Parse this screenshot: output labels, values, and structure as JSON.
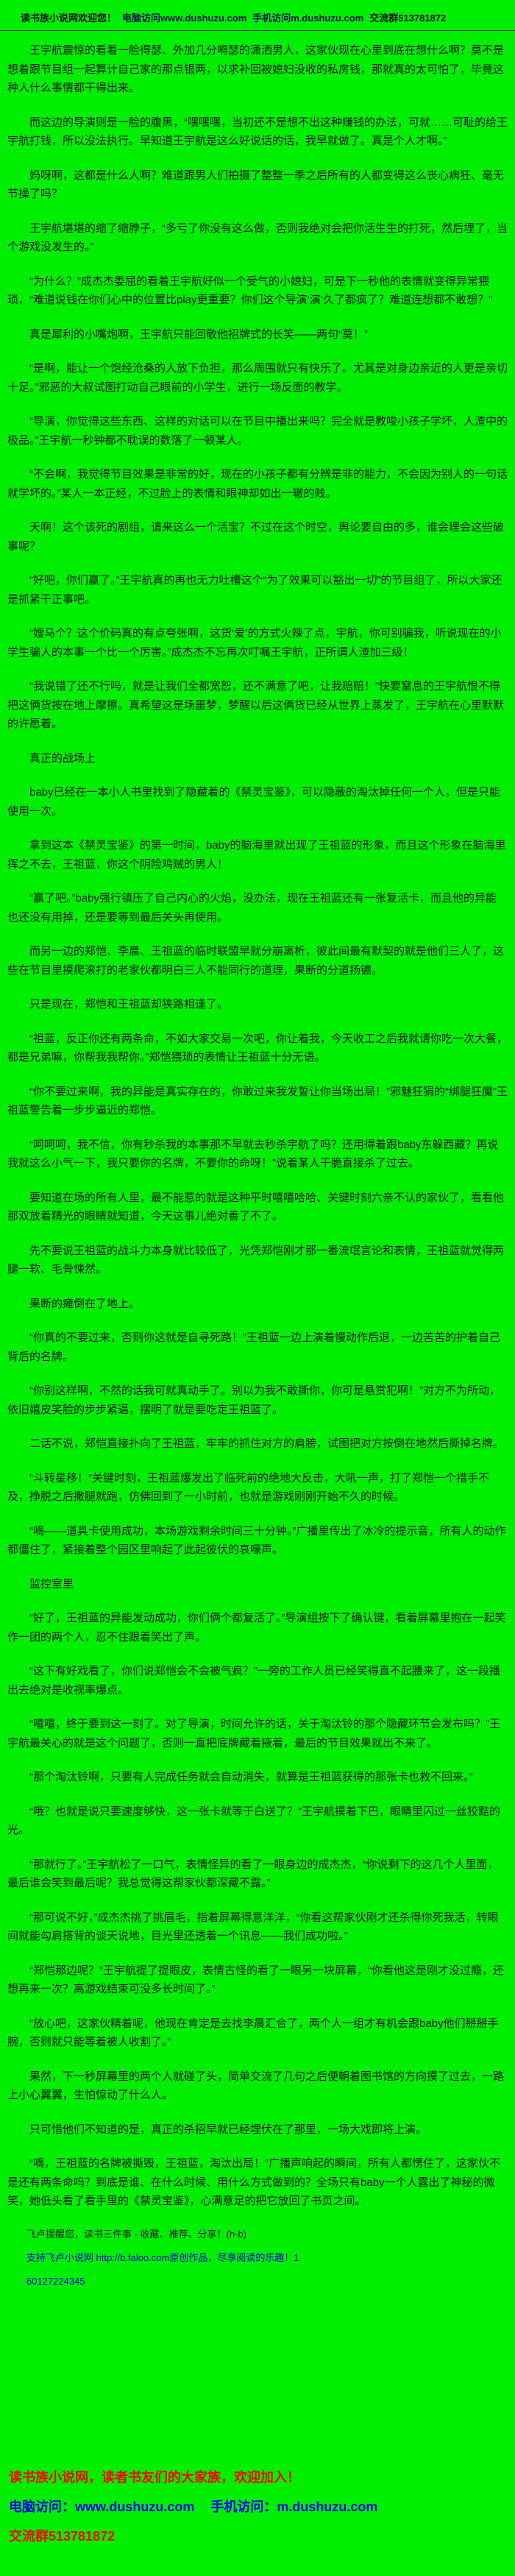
{
  "colors": {
    "background_green": "#00ee00",
    "body_text": "#141414",
    "link_blue": "#0000ee",
    "promo_red": "#ff0000"
  },
  "header": {
    "welcome": "读书族小说网欢迎您！",
    "pc": "电脑访问www.dushuzu.com",
    "mobile": "手机访问m.dushuzu.com",
    "qq": "交流群513781872"
  },
  "novel": {
    "paragraphs": [
      "王宇航震惊的看着一脸得瑟、外加几分嘚瑟的潇洒男人，这家伙现在心里到底在想什么啊？莫不是想着跟节目组一起算计自己家的那点银两，以求补回被媳妇没收的私房钱，那就真的太可怕了，毕竟这种人什么事情都干得出来。",
      "而这边的导演则是一脸的腹黑，“嘿嘿嘿，当初还不是想不出这种赚钱的办法，可就……可耻的给王宇航打钱，所以没法执行。早知道王宇航是这么好说话的话，我早就做了。真是个人才啊。”",
      "妈呀啊，这都是什么人啊？难道跟男人们拍摄了整整一季之后所有的人都变得这么丧心病狂、毫无节操了吗？",
      "王宇航堪堪的缩了缩脖子，“多亏了你没有这么做，否则我绝对会把你活生生的打死，然后埋了，当个游戏没发生的。”",
      "“为什么？”成杰杰委屈的看着王宇航好似一个受气的小媳妇，可是下一秒他的表情就变得异常猥琐，“难道说钱在你们心中的位置比play更重要？你们这个导演‘演’久了都疯了？难道连想都不敢想？”",
      "真是犀利的小嘴炮啊，王宇航只能回敬他招牌式的长笑——两句“莫！”",
      "“是啊，能让一个饱经沧桑的人放下负担，那么周围就只有快乐了。尤其是对身边亲近的人更是亲切十足。”邪恶的大叔试图打动自己眼前的小学生，进行一场反面的教学。",
      "“导演，你觉得这些东西、这样的对话可以在节目中播出来吗？完全就是教唆小孩子学坏，人渣中的极品。”王宇航一秒钟都不耽误的数落了一顿某人。",
      "“不会啊，我觉得节目效果是非常的好，现在的小孩子都有分辨是非的能力，不会因为别人的一句话就学坏的。”某人一本正经，不过脸上的表情和眼神却如出一辙的贱。",
      "天啊！这个该死的剧组，请来这么一个活宝？不过在这个时空，舆论要自由的多，谁会理会这些破事呢？",
      "“好吧，你们赢了。”王宇航真的再也无力吐槽这个“为了效果可以豁出一切”的节目组了，所以大家还是抓紧干正事吧。",
      "“嫂马个？这个价码真的有点夸张啊，这货‘爱’的方式火辣了点，宇航，你可别骗我，听说现在的小学生骗人的本事一个比一个厉害。”成杰杰不忘再次叮嘱王宇航，正所谓人渣加三级！",
      "“我说错了还不行吗，就是让我们全都宽恕，还不满意了吧，让我赔赔！”快要窒息的王宇航恨不得把这俩货按在地上摩擦。真希望这是场噩梦，梦醒以后这俩货已经从世界上蒸发了，王宇航在心里默默的许愿着。",
      "真正的战场上",
      "baby已经在一本小人书里找到了隐藏着的《禁灵宝鉴》，可以隐蔽的淘汰掉任何一个人，但是只能使用一次。",
      "拿到这本《禁灵宝鉴》的第一时间，baby的脑海里就出现了王祖蓝的形象，而且这个形象在脑海里挥之不去，王祖蓝，你这个阴险鸡贼的男人！",
      "“赢了吧。”baby强行镇压了自己内心的火焰，没办法，现在王祖蓝还有一张复活卡，而且他的异能也还没有用掉，还是要等到最后关头再使用。",
      "而另一边的郑恺、李晨、王祖蓝的临时联盟早就分崩离析，彼此间最有默契的就是他们三人了，这些在节目里摸爬滚打的老家伙都明白三人不能同行的道理，果断的分道扬镳。",
      "只是现在，郑恺和王祖蓝却狭路相逢了。",
      "“祖蓝，反正你还有两条命，不如大家交易一次吧，你让着我，今天收工之后我就请你吃一次大餐，都是兄弟嘛，你帮我我帮你。”郑恺猥琐的表情让王祖蓝十分无语。",
      "“你不要过来啊，我的异能是真实存在的，你敢过来我发誓让你当场出局！”邪魅狂狷的“绑腿狂魔”王祖蓝警告着一步步逼近的郑恺。",
      "“呵呵呵，我不信，你有秒杀我的本事那不早就去秒杀宇航了吗？还用得着跟baby东躲西藏？再说我就这么小气一下，我只要你的名牌，不要你的命呀！”说着某人干脆直接杀了过去。",
      "要知道在场的所有人里，最不能惹的就是这种平时嘻嘻哈哈、关键时刻六亲不认的家伙了，看看他那双放着精光的眼睛就知道，今天这事儿绝对善了不了。",
      "先不要说王祖蓝的战斗力本身就比较低了，光凭郑恺刚才那一番流氓言论和表情，王祖蓝就觉得两腿一软、毛骨悚然。",
      "果断的瘫倒在了地上。",
      "“你真的不要过来，否则你这就是自寻死路！”王祖蓝一边上演着慢动作后退，一边苦苦的护着自己背后的名牌。",
      "“你别这样啊，不然的话我可就真动手了。别以为我不敢撕你，你可是悬赏犯啊！”对方不为所动，依旧嬉皮笑脸的步步紧逼，摆明了就是要吃定王祖蓝了。",
      "二话不说，郑恺直接扑向了王祖蓝，牢牢的抓住对方的肩膀，试图把对方按倒在地然后撕掉名牌。",
      "“斗转星移！”关键时刻，王祖蓝爆发出了临死前的绝地大反击，大吼一声，打了郑恺一个措手不及，挣脱之后撒腿就跑，仿佛回到了一小时前，也就是游戏刚刚开始不久的时候。",
      "“嘀——道具卡使用成功，本场游戏剩余时间三十分钟。”广播里传出了冰冷的提示音，所有人的动作都僵住了，紧接着整个园区里响起了此起彼伏的哀嚎声。",
      "监控室里",
      "“好了，王祖蓝的异能发动成功，你们俩个都复活了。”导演组按下了确认键，看着屏幕里抱在一起笑作一团的两个人，忍不住跟着笑出了声。",
      "“这下有好戏看了，你们说郑恺会不会被气疯？”一旁的工作人员已经笑得直不起腰来了，这一段播出去绝对是收视率爆点。",
      "“嘻嘻，终于要到这一刻了。对了导演，时间允许的话，关于淘汰铃的那个隐藏环节会发布吗？”王宇航最关心的就是这个问题了，否则一直把底牌藏着掖着，最后的节目效果就出不来了。",
      "“那个淘汰铃啊，只要有人完成任务就会自动消失，就算是王祖蓝获得的那张卡也救不回来。”",
      "“哦？也就是说只要速度够快，这一张卡就等于白送了？”王宇航摸着下巴，眼睛里闪过一丝狡黠的光。",
      "“那就行了。”王宇航松了一口气，表情怪异的看了一眼身边的成杰杰，“你说剩下的这几个人里面，最后谁会笑到最后呢？我总觉得这帮家伙都深藏不露。”",
      "“那可说不好，”成杰杰挑了挑眉毛，指着屏幕得意洋洋，“你看这帮家伙刚才还杀得你死我活，转眼间就能勾肩搭背的谈天说地，目光里还透着一个讯息——我们成功啦。”",
      "“郑恺那边呢？”王宇航提了提眼皮，表情古怪的看了一眼另一块屏幕，“你看他这是刚才没过瘾，还想再来一次？离游戏结束可没多长时间了。”",
      "“放心吧，这家伙精着呢，他现在肯定是去找李晨汇合了，两个人一组才有机会跟baby他们掰掰手腕，否则就只能等着被人收割了。”",
      "果然，下一秒屏幕里的两个人就碰了头，简单交流了几句之后便朝着图书馆的方向摸了过去，一路上小心翼翼，生怕惊动了什么人。",
      "只可惜他们不知道的是，真正的杀招早就已经埋伏在了那里，一场大戏即将上演。",
      "“嘀，王祖蓝的名牌被撕毁，王祖蓝，淘汰出局！”广播声响起的瞬间，所有人都愣住了，这家伙不是还有两条命吗？到底是谁、在什么时候、用什么方式做到的？全场只有baby一个人露出了神秘的微笑，她低头看了看手里的《禁灵宝鉴》，心满意足的把它放回了书页之间。"
    ]
  },
  "faloo": {
    "reminder": "飞卢提醒您，读书三件事 - 收藏、推荐、分享！(h-b)",
    "support": "支持飞卢小说网 http://b.faloo.com原创作品，尽享阅读的乐趣！1",
    "code": "60127224345"
  },
  "footer": {
    "family": "读书族小说网，读者书友们的大家族，欢迎加入！",
    "pc": "电脑访问：www.dushuzu.com",
    "mobile": "手机访问：m.dushuzu.com",
    "qq": "交流群513781872"
  }
}
